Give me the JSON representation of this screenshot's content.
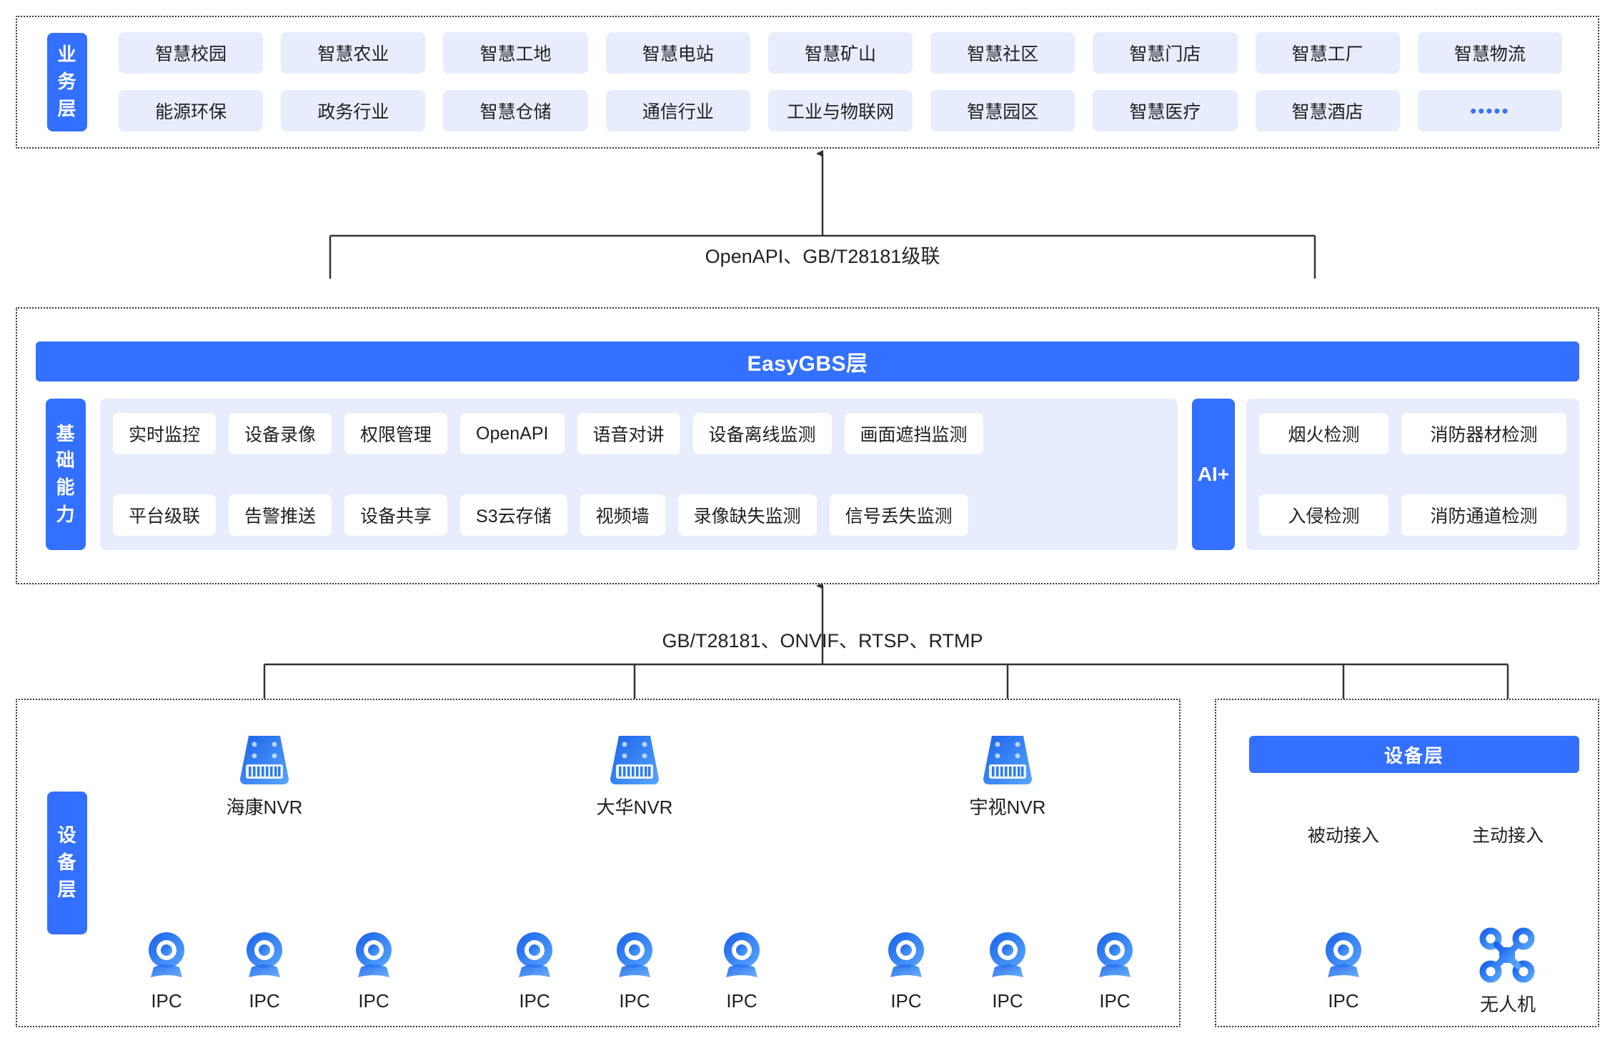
{
  "business": {
    "label_chars": [
      "业",
      "务",
      "层"
    ],
    "row1": [
      "智慧校园",
      "智慧农业",
      "智慧工地",
      "智慧电站",
      "智慧矿山",
      "智慧社区",
      "智慧门店",
      "智慧工厂",
      "智慧物流"
    ],
    "row2": [
      "能源环保",
      "政务行业",
      "智慧仓储",
      "通信行业",
      "工业与物联网",
      "智慧园区",
      "智慧医疗",
      "智慧酒店",
      "•••••"
    ]
  },
  "connectors": {
    "top": "OpenAPI、GB/T28181级联",
    "bottom": "GB/T28181、ONVIF、RTSP、RTMP"
  },
  "gbs": {
    "title": "EasyGBS层",
    "capability_label_chars": [
      "基",
      "础",
      "能",
      "力"
    ],
    "capability_row1": [
      "实时监控",
      "设备录像",
      "权限管理",
      "OpenAPI",
      "语音对讲",
      "设备离线监测",
      "画面遮挡监测"
    ],
    "capability_row2": [
      "平台级联",
      "告警推送",
      "设备共享",
      "S3云存储",
      "视频墙",
      "录像缺失监测",
      "信号丢失监测"
    ],
    "ai_label": "AI+",
    "ai_row1": [
      "烟火检测",
      "消防器材检测"
    ],
    "ai_row2": [
      "入侵检测",
      "消防通道检测"
    ]
  },
  "device_left": {
    "label_chars": [
      "设",
      "备",
      "层"
    ],
    "groups": [
      {
        "nvr": "海康NVR",
        "cameras": [
          "IPC",
          "IPC",
          "IPC"
        ]
      },
      {
        "nvr": "大华NVR",
        "cameras": [
          "IPC",
          "IPC",
          "IPC"
        ]
      },
      {
        "nvr": "宇视NVR",
        "cameras": [
          "IPC",
          "IPC",
          "IPC"
        ]
      }
    ]
  },
  "device_right": {
    "title": "设备层",
    "branches": [
      {
        "access": "被动接入",
        "device": "IPC",
        "icon": "camera-icon"
      },
      {
        "access": "主动接入",
        "device": "无人机",
        "icon": "drone-icon"
      }
    ]
  },
  "colors": {
    "brand_blue": "#3370ff",
    "chip_lavender": "#e8edfd",
    "line": "#333333",
    "text": "#1f1f1f"
  }
}
